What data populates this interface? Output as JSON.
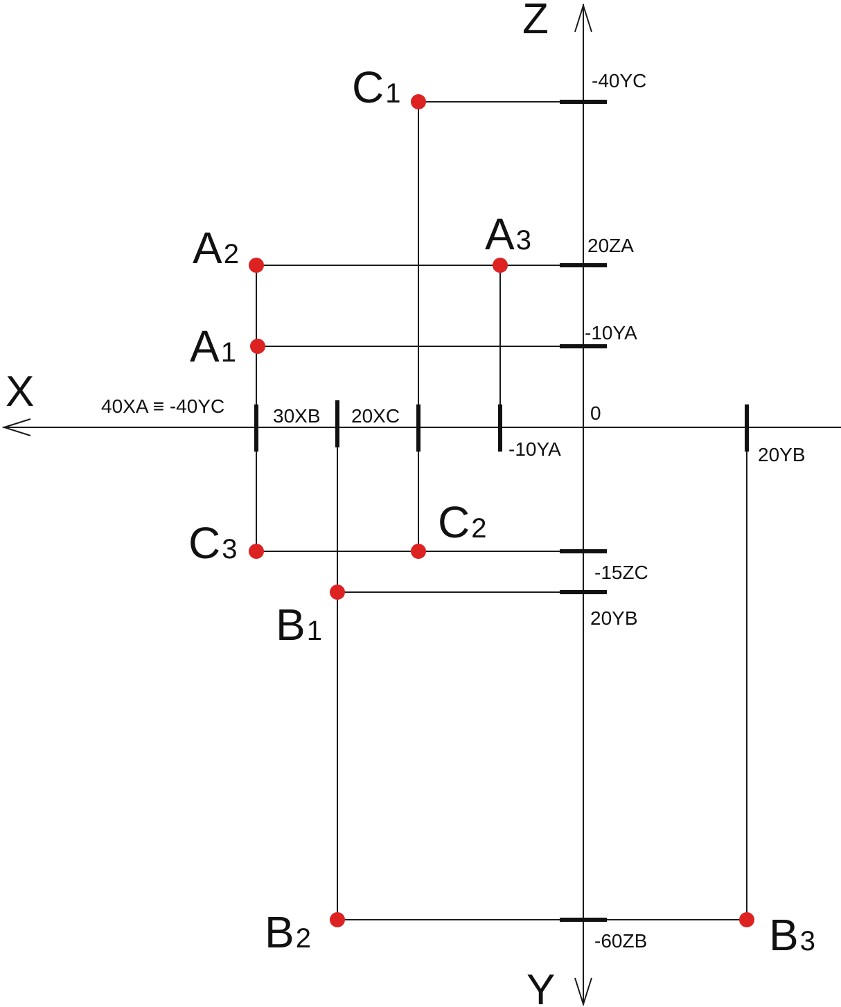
{
  "colors": {
    "point": "#dd2222",
    "line": "#1a1a1a"
  },
  "axes": {
    "x": "X",
    "y": "Y",
    "z": "Z",
    "origin": "0"
  },
  "points": [
    {
      "id": "A1",
      "letter": "A",
      "sub": "1"
    },
    {
      "id": "A2",
      "letter": "A",
      "sub": "2"
    },
    {
      "id": "A3",
      "letter": "A",
      "sub": "3"
    },
    {
      "id": "B1",
      "letter": "B",
      "sub": "1"
    },
    {
      "id": "B2",
      "letter": "B",
      "sub": "2"
    },
    {
      "id": "B3",
      "letter": "B",
      "sub": "3"
    },
    {
      "id": "C1",
      "letter": "C",
      "sub": "1"
    },
    {
      "id": "C2",
      "letter": "C",
      "sub": "2"
    },
    {
      "id": "C3",
      "letter": "C",
      "sub": "3"
    }
  ],
  "tick_labels": {
    "z_axis": [
      "-40YC",
      "20ZA",
      "-10YA",
      "-15ZC",
      "20YB",
      "-60ZB"
    ],
    "x_axis": [
      "40XA ≡ -40YC",
      "30XB",
      "20XC",
      "-10YA",
      "20YB"
    ]
  }
}
